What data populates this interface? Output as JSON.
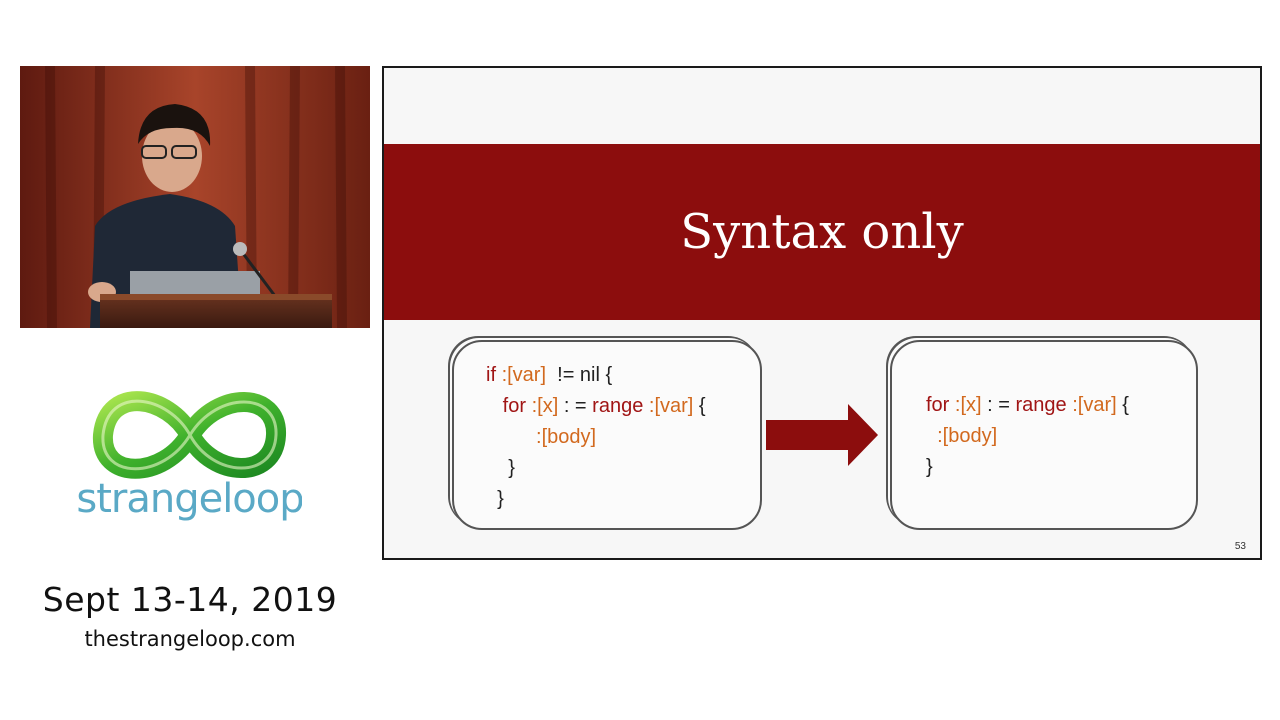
{
  "sidebar": {
    "brand": "strangeloop",
    "date": "Sept 13-14, 2019",
    "website": "thestrangeloop.com"
  },
  "slide": {
    "title": "Syntax only",
    "page_number": "53",
    "before": {
      "line1_kw": "if",
      "line1_ph": ":[var]",
      "line1_rest": "!= nil {",
      "line2_kw": "for",
      "line2_ph1": ":[x]",
      "line2_mid": ": =",
      "line2_kw2": "range",
      "line2_ph2": ":[var]",
      "line2_end": "{",
      "line3_ph": ":[body]",
      "line4": "}",
      "line5": "}"
    },
    "after": {
      "line1_kw": "for",
      "line1_ph1": ":[x]",
      "line1_mid": ": =",
      "line1_kw2": "range",
      "line1_ph2": ":[var]",
      "line1_end": "{",
      "line2_ph": ":[body]",
      "line3": "}"
    }
  },
  "colors": {
    "banner": "#8c0d0d",
    "keyword": "#a01515",
    "placeholder": "#d2691e",
    "logo_green": "#5cc63a"
  }
}
